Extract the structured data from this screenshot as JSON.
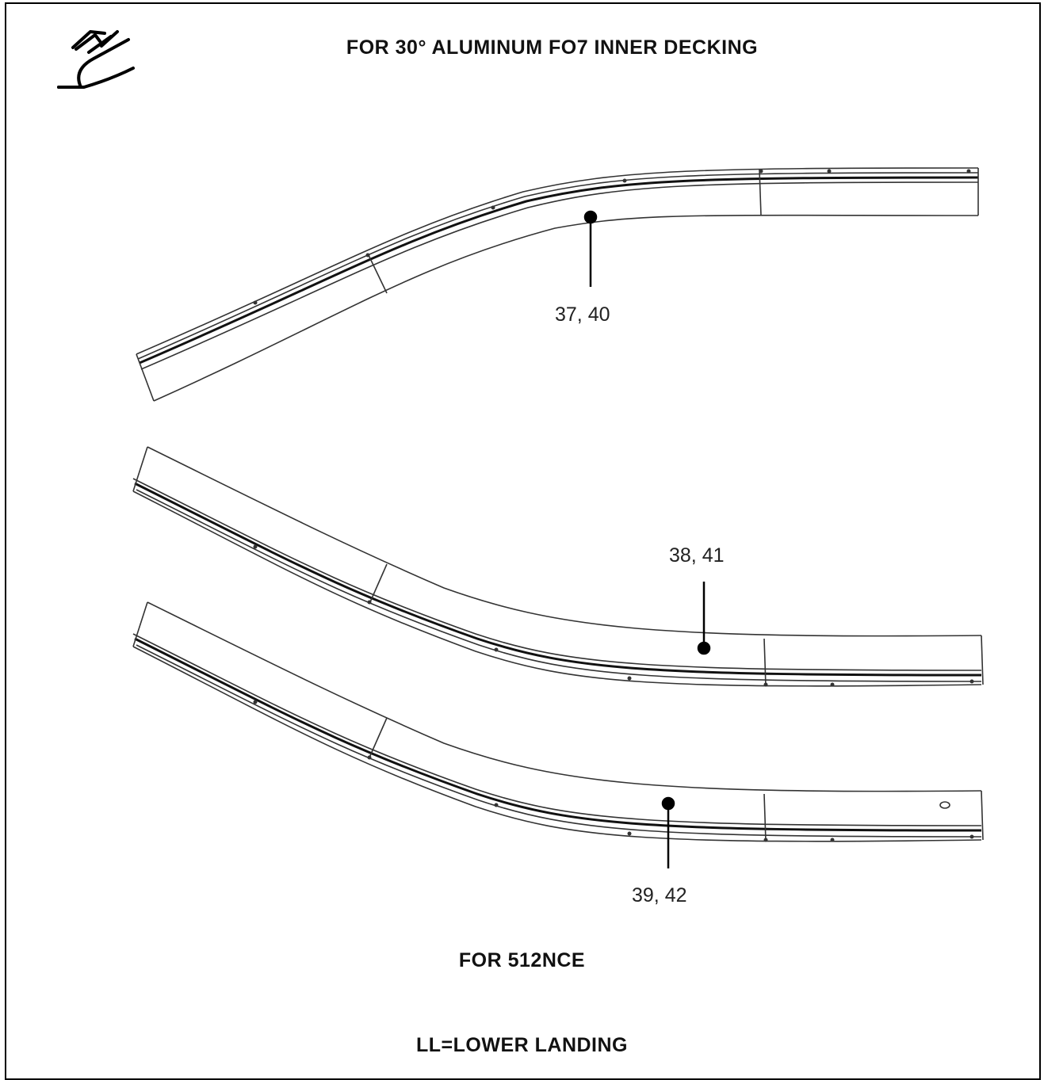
{
  "header": {
    "title": "FOR 30° ALUMINUM FO7 INNER DECKING"
  },
  "parts": [
    {
      "callout": "37, 40"
    },
    {
      "callout": "38, 41"
    },
    {
      "callout": "39, 42"
    }
  ],
  "footer": {
    "model": "FOR 512NCE",
    "legend": "LL=LOWER LANDING"
  },
  "icons": {
    "direction": "escalator-direction-icon"
  }
}
